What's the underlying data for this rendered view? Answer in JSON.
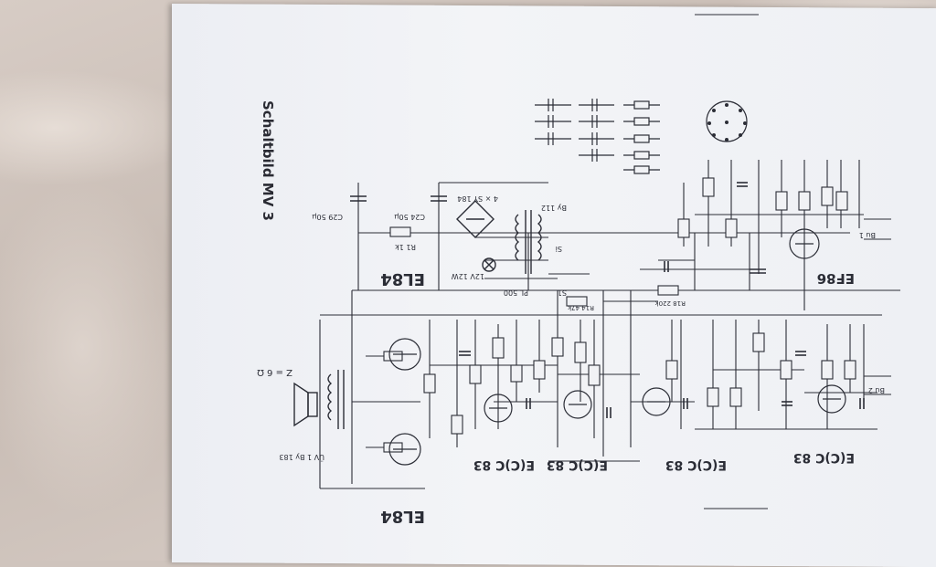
{
  "document": {
    "title": "Schaltbild MV 3"
  },
  "labels": {
    "tube_el84_top": "EL84",
    "tube_el84_bottom": "EL84",
    "tube_1": "E(C)C 83",
    "tube_2": "E(C)C 83",
    "tube_3": "E(C)C 83",
    "tube_4": "E(C)C 83",
    "tube_ef86": "EF86",
    "speaker": "Z = 6 Ω",
    "out_transformer": "ÜV 1 By 183",
    "mains_transformer": "By 112",
    "rectifier": "4 × SY 184",
    "fuse": "Si",
    "switch": "S1",
    "lamp": "PL 500",
    "lamp_rating": "12V 12W",
    "r_main": "R1 1k",
    "c_main_1": "C29 50µ",
    "c_main_2": "C24 50µ",
    "b1": "Bu 1",
    "b2": "Bu 2",
    "r4": "R14 47k",
    "r5": "R18 220k"
  },
  "colors": {
    "ink": "#2b2d36",
    "paper": "#f1f2f5",
    "cloth": "#cfc4bd"
  }
}
